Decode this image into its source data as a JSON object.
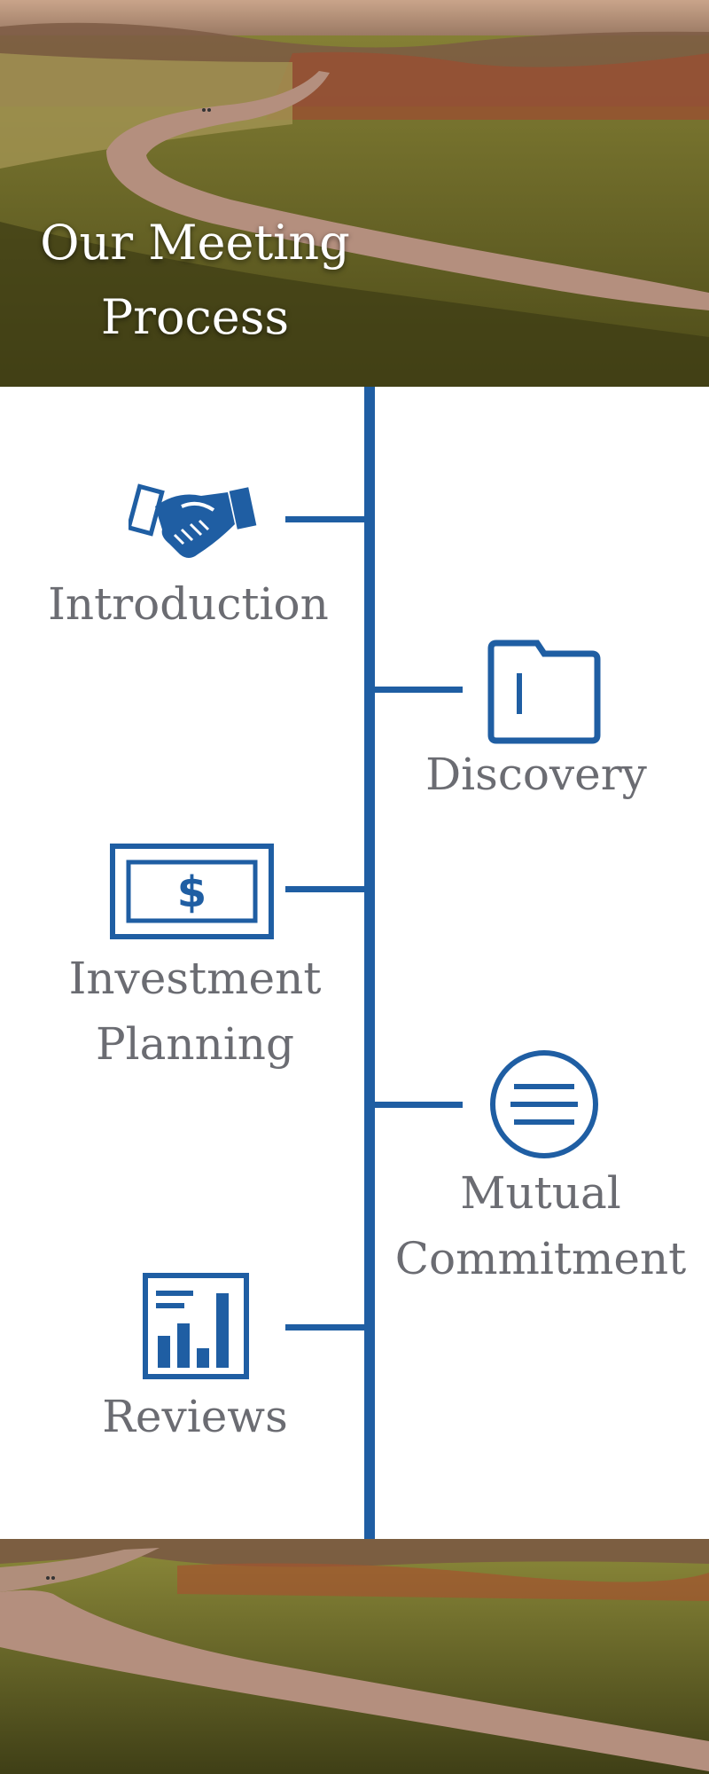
{
  "header": {
    "title_line1": "Our Meeting",
    "title_line2": "Process"
  },
  "colors": {
    "accent": "#1f5ea3",
    "label_text": "#6b6c72"
  },
  "steps": [
    {
      "label_line1": "Introduction",
      "label_line2": "",
      "icon": "handshake-icon"
    },
    {
      "label_line1": "Discovery",
      "label_line2": "",
      "icon": "folder-icon"
    },
    {
      "label_line1": "Investment",
      "label_line2": "Planning",
      "icon": "dollar-bill-icon"
    },
    {
      "label_line1": "Mutual",
      "label_line2": "Commitment",
      "icon": "menu-lines-icon"
    },
    {
      "label_line1": "Reviews",
      "label_line2": "",
      "icon": "bar-chart-icon"
    }
  ]
}
